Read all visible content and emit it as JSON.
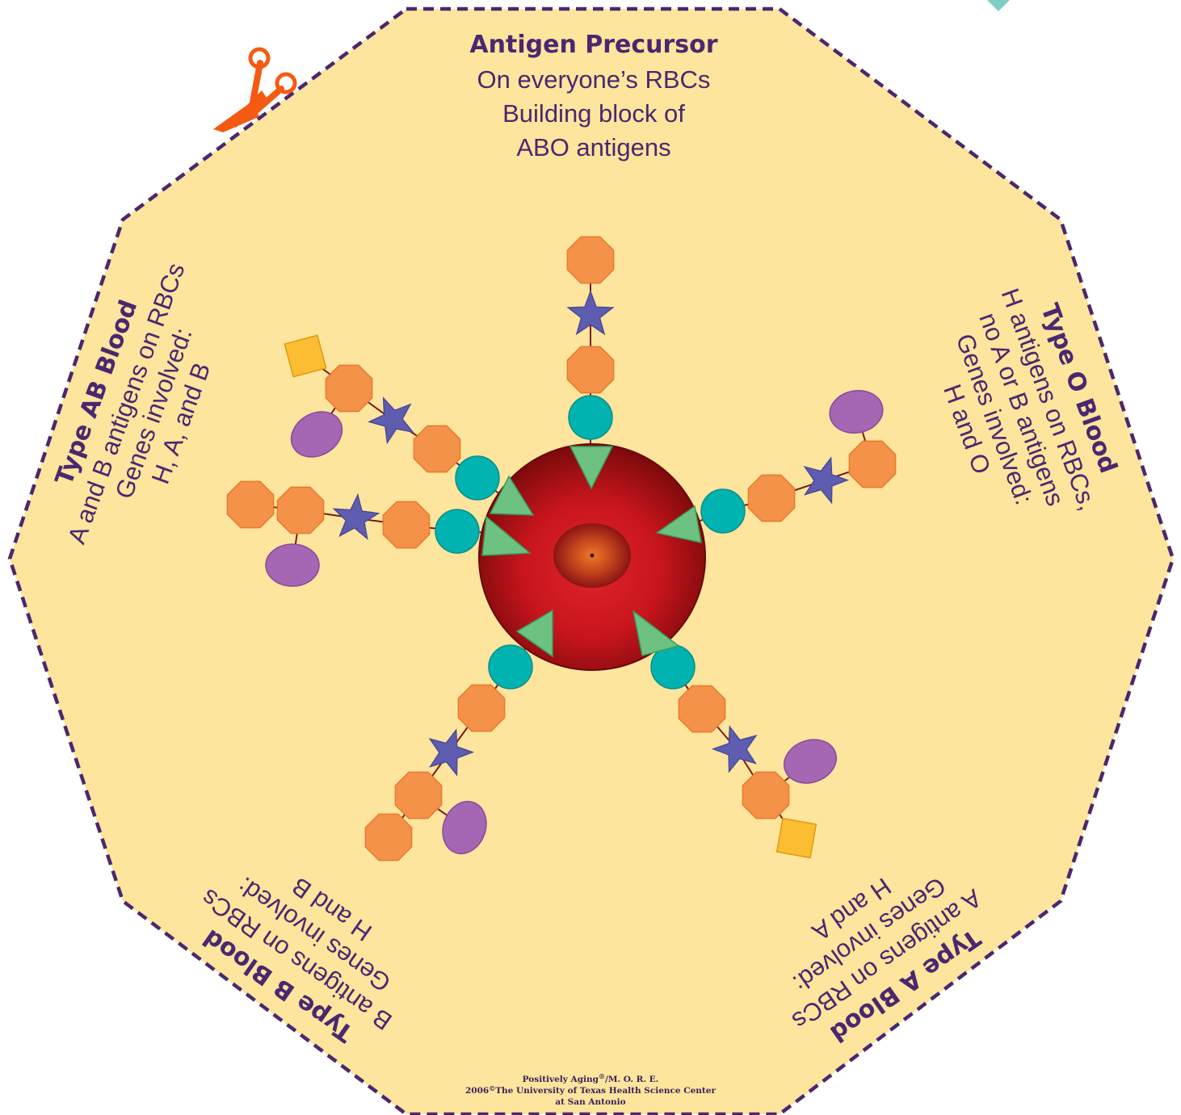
{
  "panels": {
    "precursor": {
      "title": "Antigen Precursor",
      "line1": "On everyone’s RBCs",
      "line2": "Building block of",
      "line3": "ABO antigens"
    },
    "type_o": {
      "title": "Type O Blood",
      "line1": "H antigens on RBCs,",
      "line2": "no A or B antigens",
      "line3": "Genes involved:",
      "line4": "H and O"
    },
    "type_a": {
      "title": "Type A Blood",
      "line1": "A antigens on RBCs",
      "line2": "Genes involved:",
      "line3": "H and A"
    },
    "type_b": {
      "title": "Type B Blood",
      "line1": "B antigens on RBCs",
      "line2": "Genes involved:",
      "line3": "H and B"
    },
    "type_ab": {
      "title": "Type AB Blood",
      "line1": "A and B antigens on RBCs",
      "line2": "Genes involved:",
      "line3": "H, A, and B"
    }
  },
  "credit": {
    "line1_name": "Positively Aging",
    "line1_reg": "®",
    "line1_rest": "/M. O. R. E.",
    "line2_year": "2006",
    "line2_copy": "©",
    "line2_rest": "The University of Texas Health Science Center",
    "line3": "at San Antonio"
  },
  "colors": {
    "background": "#fde59d",
    "border": "#4b2770",
    "text": "#4b2770",
    "rbc_dark": "#7a0a0a",
    "rbc_mid": "#c8151d",
    "triangle": "#6dc181",
    "teal_circle": "#00b2b0",
    "orange_octagon": "#f5924a",
    "star": "#5f5db0",
    "purple_oval": "#a566b4",
    "yellow_square": "#fbbd32",
    "scissors": "#f55a12"
  },
  "icons": [
    "scissors-icon",
    "red-blood-cell-icon"
  ]
}
